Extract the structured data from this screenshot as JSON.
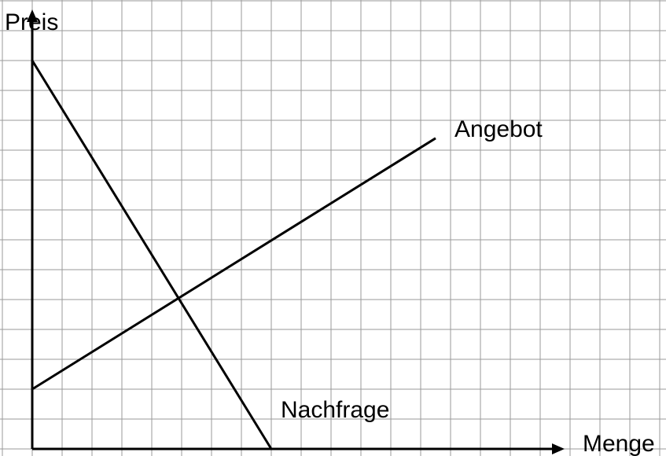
{
  "chart_data": {
    "type": "line",
    "title": "",
    "xlabel": "Menge",
    "ylabel": "Preis",
    "xlim": [
      0,
      18
    ],
    "ylim": [
      0,
      13
    ],
    "grid": true,
    "series": [
      {
        "name": "Angebot",
        "x": [
          0,
          13.5
        ],
        "y": [
          2,
          10.4
        ]
      },
      {
        "name": "Nachfrage",
        "x": [
          0,
          8
        ],
        "y": [
          13,
          0
        ]
      }
    ],
    "colors": {
      "grid": "#9a9a9a",
      "axes": "#000000",
      "lines": "#000000"
    }
  }
}
